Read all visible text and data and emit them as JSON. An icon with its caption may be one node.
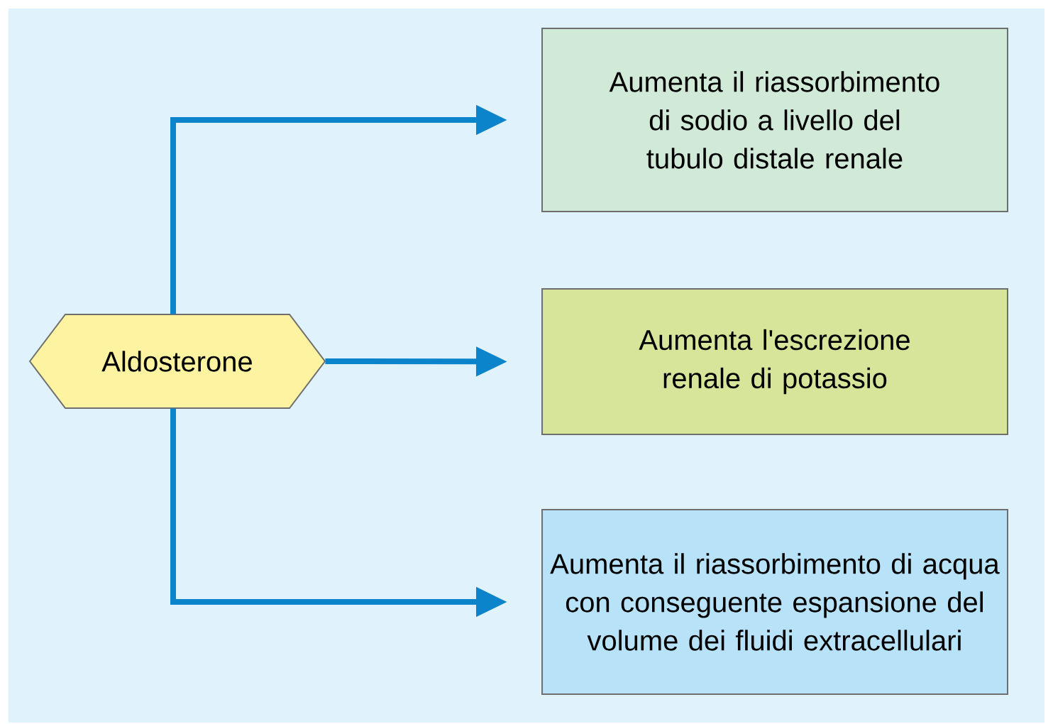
{
  "diagram": {
    "nodes": [
      {
        "text": [
          "Aldosterone"
        ]
      },
      {
        "text": [
          "Aumenta il riassorbimento di sodio a livello del tubulo distale renale"
        ]
      },
      {
        "text": [
          "Aumenta l'escrezione renale di potassio"
        ]
      },
      {
        "text": [
          "Aumenta il riassorbimento di acqua con conseguente espansione del volume dei fluidi extracellulari"
        ]
      }
    ],
    "edges": [
      {
        "from": 0,
        "to": 1,
        "arrow": "to"
      },
      {
        "from": 0,
        "to": 2,
        "arrow": "to"
      },
      {
        "from": 0,
        "to": 3,
        "arrow": "to"
      }
    ]
  }
}
